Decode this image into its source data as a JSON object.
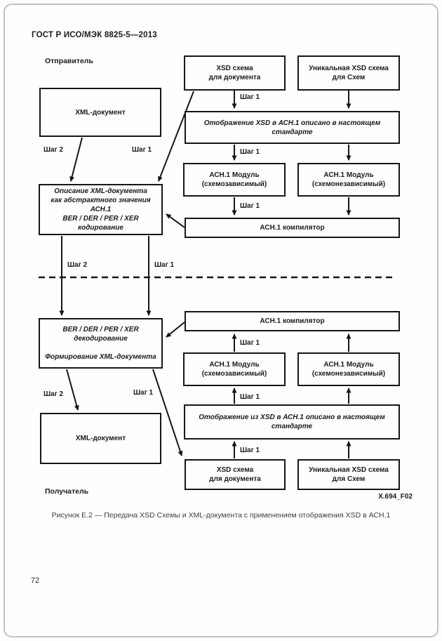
{
  "page": {
    "header": "ГОСТ Р ИСО/МЭК 8825-5—2013",
    "page_number": "72",
    "figure_caption": "Рисунок Е.2 — Передача XSD Схемы и XML-документа с применением отображения XSD в АСН.1",
    "figure_tag": "X.694_F02"
  },
  "labels": {
    "sender": "Отправитель",
    "receiver": "Получатель",
    "step1": "Шаг 1",
    "step2": "Шаг 2"
  },
  "boxes": {
    "xml_doc_top": "XML-документ",
    "xsd_doc_top": "XSD схема\nдля документа",
    "xsd_unique_top": "Уникальная XSD схема\nдля Схем",
    "mapping_top": "Отображение XSD в АСН.1 описано в настоящем\nстандарте",
    "module_dep_top": "АСН.1 Модуль\n(схемозависимый)",
    "module_indep_top": "АСН.1 Модуль\n(схемонезависимый)",
    "compiler_top": "АСН.1 компилятор",
    "describe_encode": "Описание XML-документа\nкак абстрактного значения АСН.1\nBER / DER / PER / XER кодирование",
    "compiler_bottom": "АСН.1 компилятор",
    "decode_box": "BER / DER / PER / XER\nдекодирование\n\nФормирование XML-документа",
    "module_dep_bottom": "АСН.1 Модуль\n(схемозависимый)",
    "module_indep_bottom": "АСН.1 Модуль\n(схемонезависимый)",
    "mapping_bottom": "Отображение из XSD в АСН.1 описано в настоящем\nстандарте",
    "xsd_doc_bottom": "XSD схема\nдля документа",
    "xsd_unique_bottom": "Уникальная XSD схема\nдля Схем",
    "xml_doc_bottom": "XML-документ"
  }
}
